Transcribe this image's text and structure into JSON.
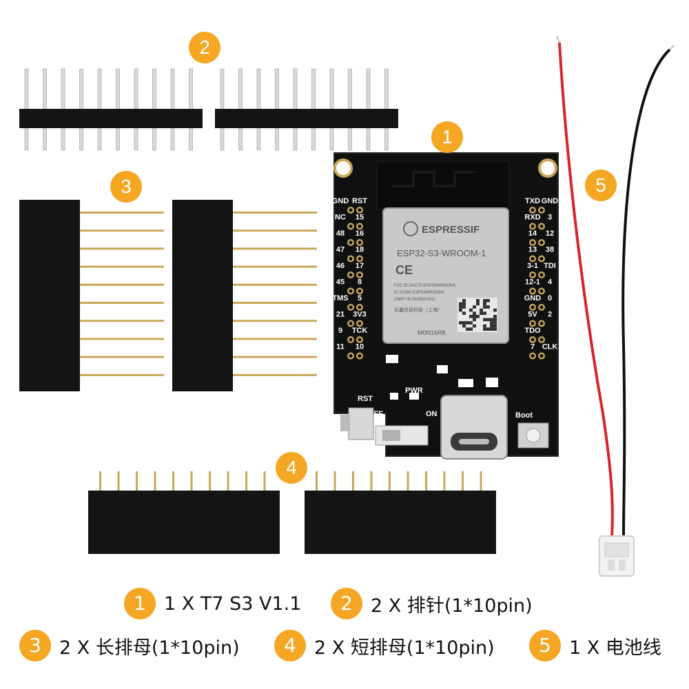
{
  "colors": {
    "badge": "#f5a623",
    "pcb": "#101010",
    "module_shield": "#c9c9c9",
    "header_plastic": "#141414",
    "pin_gold": "#c8a85a",
    "wire_red": "#d7262b",
    "wire_black": "#111111"
  },
  "badges": [
    "1",
    "2",
    "3",
    "4",
    "5"
  ],
  "board": {
    "module_brand": "ESPRESSIF",
    "module_model": "ESP32-S3-WROOM-1",
    "module_ce": "CE",
    "module_fcc": "FCC ID:2AC7Z-ESPS3WROOM1",
    "module_ic": "IC:21098-ESPS3WROOM1",
    "module_cmiit": "CMIIT ID:2020DP2011",
    "module_maker": "乐鑫信息科技（上海）",
    "module_lot": "M0N16R8",
    "left_labels": [
      "GND",
      "NC",
      "48",
      "47",
      "46",
      "45",
      "TMS",
      "21",
      "9",
      "11"
    ],
    "left_inner_labels": [
      "RST",
      "15",
      "16",
      "18",
      "17",
      "8",
      "5",
      "3V3",
      "TCK",
      "10"
    ],
    "right_labels": [
      "TXD",
      "RXD",
      "14",
      "13",
      "3-1",
      "12-1",
      "GND",
      "5V",
      "TDO",
      "7"
    ],
    "right_outer_labels": [
      "GND",
      "3",
      "12",
      "38",
      "TDI",
      "4",
      "0",
      "2",
      "",
      "CLK"
    ],
    "rst_label": "RST",
    "pwr_label": "PWR",
    "off_label": "OFF",
    "on_label": "ON",
    "boot_label": "Boot"
  },
  "legend": [
    {
      "num": "1",
      "text": "1 X T7 S3 V1.1"
    },
    {
      "num": "2",
      "text": "2 X 排针(1*10pin)"
    },
    {
      "num": "3",
      "text": "2 X 长排母(1*10pin)"
    },
    {
      "num": "4",
      "text": "2 X 短排母(1*10pin)"
    },
    {
      "num": "5",
      "text": "1 X 电池线"
    }
  ]
}
